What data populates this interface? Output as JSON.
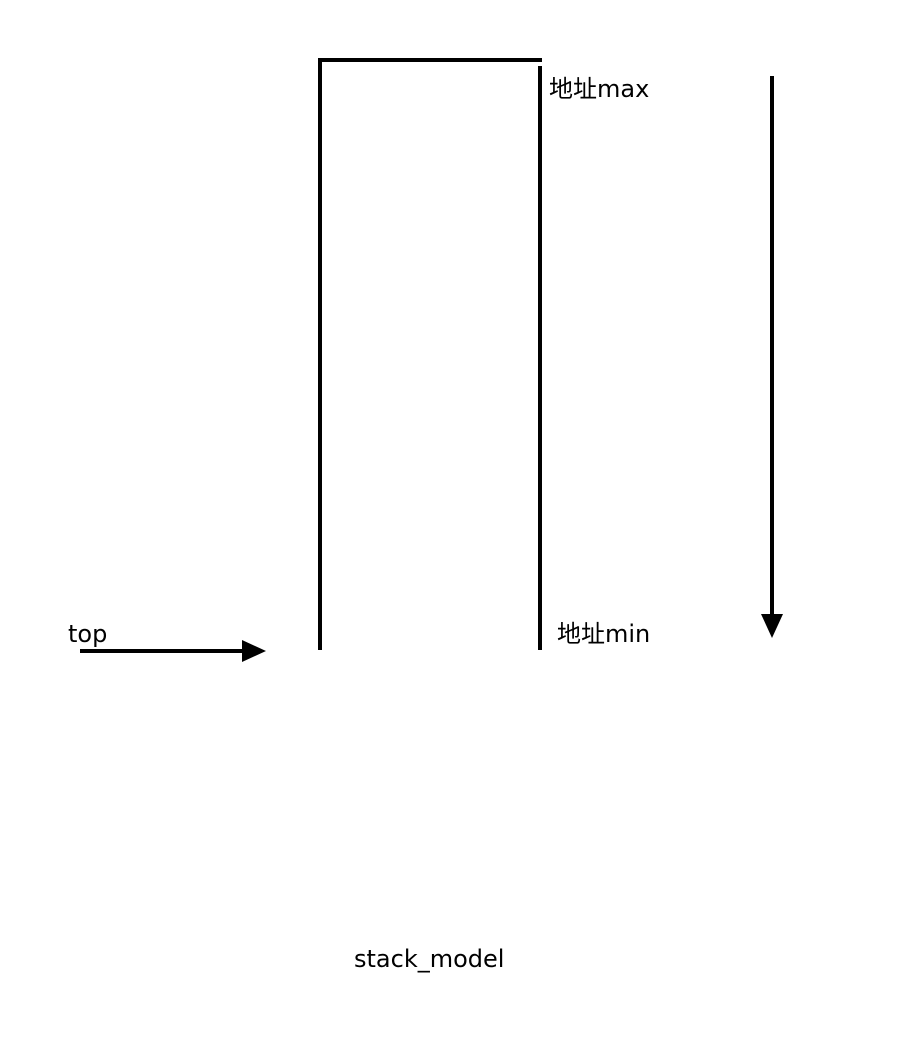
{
  "diagram": {
    "labels": {
      "address_max": "地址max",
      "address_min": "地址min",
      "top": "top",
      "caption": "stack_model"
    },
    "colors": {
      "stroke": "#000000",
      "background": "#ffffff"
    }
  }
}
